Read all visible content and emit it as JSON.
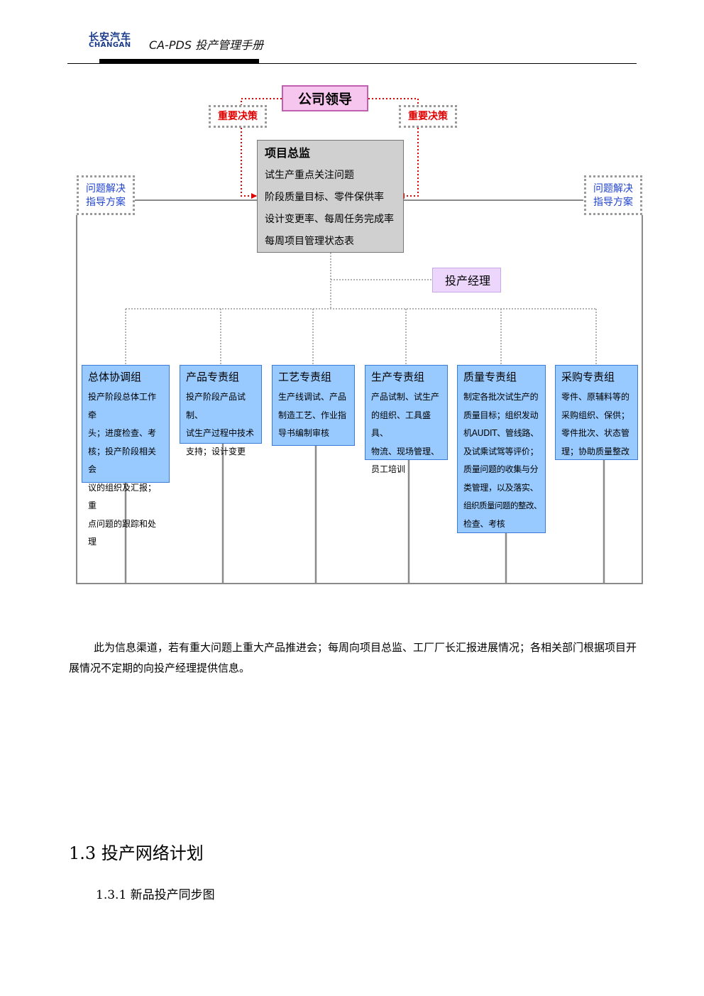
{
  "header": {
    "logo_cn": "长安汽车",
    "logo_en": "CHANGAN",
    "doc_title": "CA-PDS 投产管理手册"
  },
  "chart": {
    "leader": "公司领导",
    "decision_left": "重要决策",
    "decision_right": "重要决策",
    "guide_left": [
      "问题解决",
      "指导方案"
    ],
    "guide_right": [
      "问题解决",
      "指导方案"
    ],
    "director": {
      "title": "项目总监",
      "lines": [
        "试生产重点关注问题",
        "阶段质量目标、零件保供率",
        "设计变更率、每周任务完成率",
        "每周项目管理状态表"
      ]
    },
    "pm": "投产经理",
    "groups": [
      {
        "title": "总体协调组",
        "lines": [
          "投产阶段总体工作牵",
          "头；进度检查、考",
          "核；投产阶段相关会",
          "议的组织及汇报；重",
          "点问题的跟踪和处理"
        ]
      },
      {
        "title": "产品专责组",
        "lines": [
          "投产阶段产品试制、",
          "试生产过程中技术",
          "支持；设计变更"
        ]
      },
      {
        "title": "工艺专责组",
        "lines": [
          "生产线调试、产品",
          "制造工艺、作业指",
          "导书编制审核"
        ]
      },
      {
        "title": "生产专责组",
        "lines": [
          "产品试制、试生产",
          "的组织、工具盛具、",
          "物流、现场管理、",
          "员工培训"
        ]
      },
      {
        "title": "质量专责组",
        "lines": [
          "制定各批次试生产的",
          "质量目标；组织发动",
          "机AUDIT、管线路、",
          "及试乘试驾等评价；",
          "质量问题的收集与分",
          "类管理，以及落实、",
          "组织质量问题的整改、",
          "检查、考核"
        ]
      },
      {
        "title": "采购专责组",
        "lines": [
          "零件、原辅料等的",
          "采购组织、保供；",
          "零件批次、状态管",
          "理；协助质量整改"
        ]
      }
    ]
  },
  "body": {
    "paragraph": "此为信息渠道，若有重大问题上重大产品推进会；每周向项目总监、工厂厂长汇报进展情况；各相关部门根据项目开展情况不定期的向投产经理提供信息。",
    "section_heading": "1.3 投产网络计划",
    "subsection_heading": "1.3.1  新品投产同步图"
  },
  "colors": {
    "leader_fill": "#f7c6ee",
    "director_fill": "#d0d0d0",
    "pm_fill": "#ecd6fb",
    "group_fill": "#98caff",
    "decision_text": "#e00000",
    "guide_text": "#2244cc",
    "brand": "#1a3a8a"
  }
}
